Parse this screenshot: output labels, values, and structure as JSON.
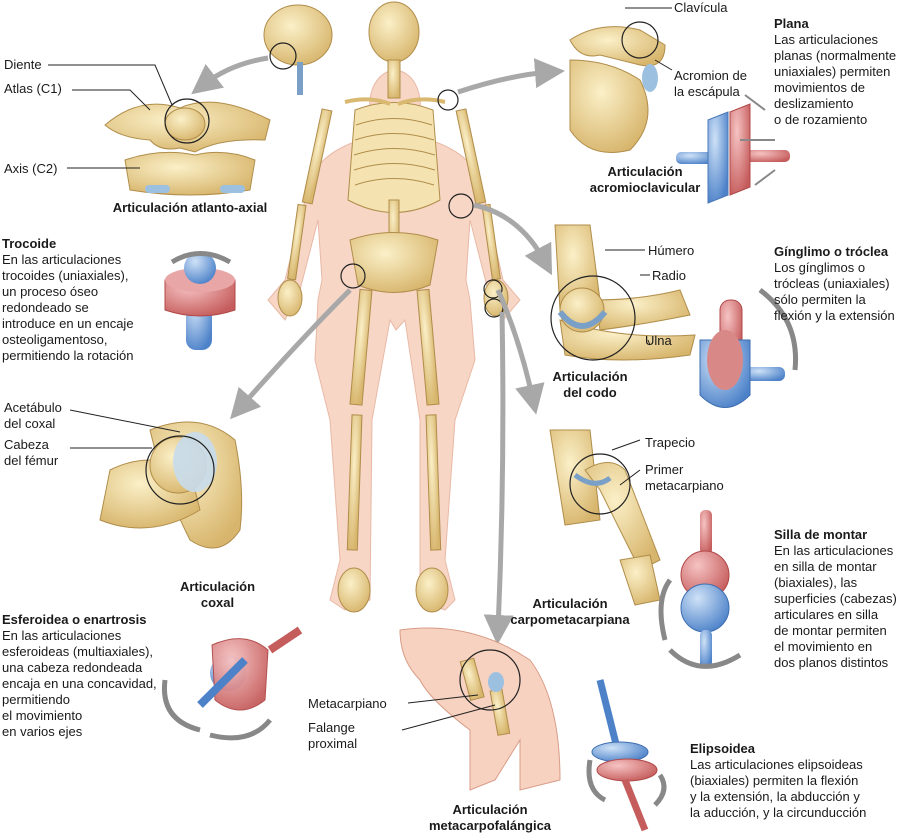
{
  "labels": {
    "diente": "Diente",
    "atlas": "Atlas (C1)",
    "axis": "Axis (C2)",
    "clavicula": "Clavícula",
    "acromion": "Acromion de\nla escápula",
    "humero": "Húmero",
    "radio": "Radio",
    "ulna": "Ulna",
    "acetabulo": "Acetábulo\ndel coxal",
    "cabeza_femur": "Cabeza\ndel fémur",
    "trapecio": "Trapecio",
    "primer_metacarpiano": "Primer\nmetacarpiano",
    "metacarpiano": "Metacarpiano",
    "falange": "Falange\nproximal"
  },
  "captions": {
    "atlanto_axial": "Articulación atlanto-axial",
    "acromioclavicular": "Articulación\nacromioclavicular",
    "codo": "Articulación\ndel codo",
    "coxal": "Articulación\ncoxal",
    "carpometacarpiana": "Articulación\ncarpometacarpiana",
    "metacarpofalangica": "Articulación\nmetacarpofalángica"
  },
  "descriptions": {
    "plana": {
      "title": "Plana",
      "text": "Las articulaciones\nplanas (normalmente\nuniaxiales) permiten\nmovimientos de\ndeslizamiento\no de rozamiento"
    },
    "trocoide": {
      "title": "Trocoide",
      "text": "En las articulaciones\ntrocoides (uniaxiales),\nun proceso óseo\nredondeado se\nintroduce en un encaje\nosteoligamentoso,\npermitiendo la rotación"
    },
    "ginglimo": {
      "title": "Gínglimo o tróclea",
      "text": "Los gínglimos o\ntrócleas (uniaxiales)\nsólo permiten la\nflexión y la extensión"
    },
    "silla": {
      "title": "Silla de montar",
      "text": "En las articulaciones\nen silla de montar\n(biaxiales), las\nsuperficies (cabezas)\narticulares en silla\nde montar permiten\nel movimiento en\ndos planos distintos"
    },
    "esferoidea": {
      "title": "Esferoidea o enartrosis",
      "text": "En las articulaciones\nesferoideas (multiaxiales),\nuna cabeza redondeada\nencaja en una concavidad,\npermitiendo\nel movimiento\nen varios ejes"
    },
    "elipsoidea": {
      "title": "Elipsoidea",
      "text": "Las articulaciones elipsoideas\n(biaxiales) permiten la flexión\ny la extensión, la abducción y\nla aducción, y la circunducción"
    }
  },
  "colors": {
    "bone": "#ecd9a0",
    "bone_dark": "#c9a860",
    "skin": "#f6cdbb",
    "cartilage": "#b5d3e8",
    "arrow": "#a8a8a8",
    "model_red": "#d97a7a",
    "model_blue": "#6f9fd8"
  }
}
